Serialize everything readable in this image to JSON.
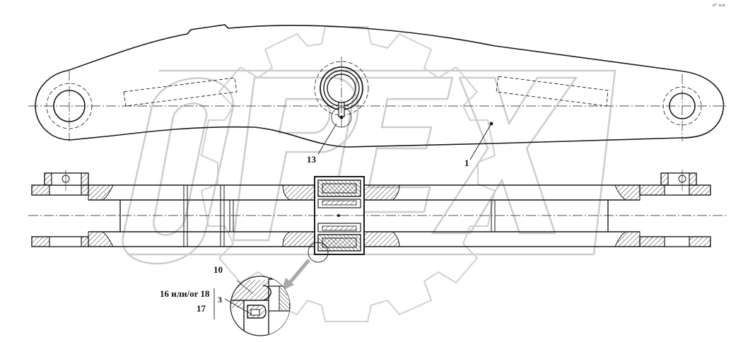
{
  "watermark": {
    "text": "OPEX",
    "color": "#cfcfcf"
  },
  "callouts": {
    "c13": "13",
    "c1": "1",
    "c10": "10",
    "c16or18": "16 или/or 18",
    "c3": "3",
    "c17": "17"
  },
  "corner_text": "e⁸ ≡≡",
  "colors": {
    "line": "#1a1a1a",
    "hatch": "#444444",
    "arrow": "#a9a9a9"
  }
}
